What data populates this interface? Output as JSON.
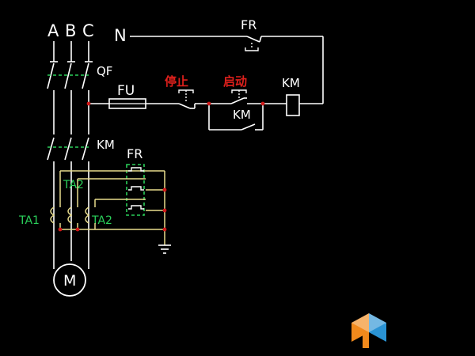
{
  "diagram": {
    "phase_labels": [
      "A",
      "B",
      "C"
    ],
    "neutral_label": "N",
    "labels": {
      "qf": "QF",
      "km_main": "KM",
      "fu": "FU",
      "fr_top": "FR",
      "stop": "停止",
      "start": "启动",
      "km_coil": "KM",
      "km_aux": "KM",
      "fr_relay": "FR",
      "ta2_top": "TA2",
      "ta1": "TA1",
      "ta2_bottom": "TA2",
      "motor": "M"
    },
    "colors": {
      "wire": "#ffffff",
      "ct_wire": "#e8dc8c",
      "dashed": "#2ad05a",
      "node": "#d01818",
      "red_text": "#e0201c",
      "green_text": "#2ad05a",
      "logo_orange": "#f28a1c",
      "logo_blue": "#2a93d4"
    },
    "logo": "logo-icon"
  }
}
